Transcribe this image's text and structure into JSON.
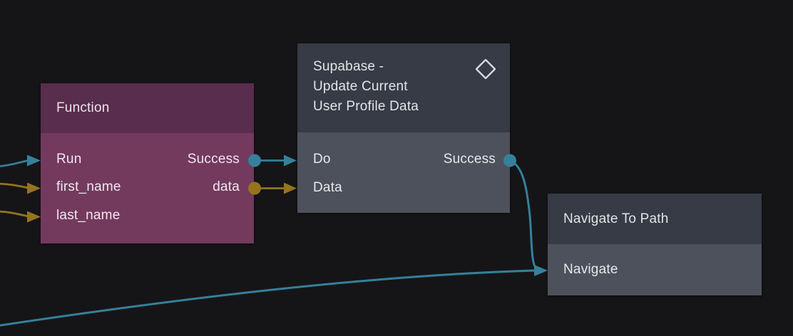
{
  "app": {
    "view": "action-flow-editor"
  },
  "colors": {
    "canvas_bg": "#151517",
    "exec_wire": "#35809a",
    "data_wire": "#94741f",
    "function_header": "#592d4d",
    "function_body": "#733a5e",
    "dark_header": "#373b45",
    "dark_body": "#4d515b",
    "icon": "#d8dade"
  },
  "nodes": {
    "function": {
      "title": "Function",
      "inputs": [
        "Run",
        "first_name",
        "last_name"
      ],
      "outputs": [
        "Success",
        "data"
      ]
    },
    "supabase": {
      "title_lines": [
        "Supabase -",
        "Update Current",
        "User Profile Data"
      ],
      "icon": "diamond-icon",
      "inputs": [
        "Do",
        "Data"
      ],
      "outputs": [
        "Success"
      ]
    },
    "navigate": {
      "title": "Navigate To Path",
      "inputs": [
        "Navigate"
      ]
    }
  },
  "edges": [
    {
      "from": "offscreen-left",
      "to": "Function.Run",
      "type": "exec"
    },
    {
      "from": "offscreen-left",
      "to": "Function.first_name",
      "type": "data"
    },
    {
      "from": "offscreen-left",
      "to": "Function.last_name",
      "type": "data"
    },
    {
      "from": "Function.Success",
      "to": "Supabase - Update Current User Profile Data.Do",
      "type": "exec"
    },
    {
      "from": "Function.data",
      "to": "Supabase - Update Current User Profile Data.Data",
      "type": "data"
    },
    {
      "from": "Supabase - Update Current User Profile Data.Success",
      "to": "Navigate To Path.Navigate",
      "type": "exec"
    },
    {
      "from": "offscreen-bottom-left",
      "to": "Navigate To Path.Navigate",
      "type": "exec"
    }
  ]
}
